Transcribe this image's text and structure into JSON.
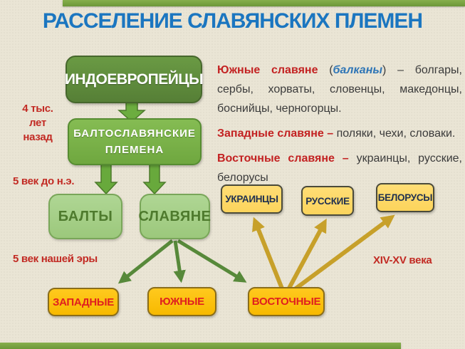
{
  "title": "РАССЕЛЕНИЕ СЛАВЯНСКИХ ПЛЕМЕН",
  "colors": {
    "background": "#EAE5D5",
    "title_blue": "#1B76C0",
    "accent_red": "#C32222",
    "dark_green_box": "#5E8C3C",
    "mid_green_box": "#77B046",
    "light_green_box": "#A9D18E",
    "orange_box": "#FFC000",
    "yellow_box": "#FFD966",
    "green_arrow": "#57893A",
    "gold_arrow": "#C7A02A",
    "green_bar": "#7CA544"
  },
  "flowchart": {
    "indo_europeans": "ИНДОЕВРОПЕЙЦЫ",
    "balto_slavic_line1": "БАЛТОСЛАВЯНСКИЕ",
    "balto_slavic_line2": "ПЛЕМЕНА",
    "balts": "БАЛТЫ",
    "slavs": "СЛАВЯНЕ",
    "western": "ЗАПАДНЫЕ",
    "southern": "ЮЖНЫЕ",
    "eastern": "ВОСТОЧНЫЕ",
    "ukrainians": "УКРАИНЦЫ",
    "russians": "РУССКИЕ",
    "belarusians": "БЕЛОРУСЫ"
  },
  "timeline": {
    "t1_line1": "4 тыс. лет",
    "t1_line2": "назад",
    "t2": "5 век до н.э.",
    "t3": "5 век нашей эры",
    "t4": "XIV-XV века"
  },
  "legend": {
    "p1_red": "Южные славяне",
    "p1_open": " (",
    "p1_blue": "балканы",
    "p1_rest": ") – болгары, сербы, хорваты, словенцы, македонцы, боснийцы, черногорцы.",
    "p2_red": "Западные славяне –",
    "p2_rest": " поляки, чехи, словаки.",
    "p3_red": "Восточные славяне –",
    "p3_rest": " украинцы, русские, белорусы"
  }
}
